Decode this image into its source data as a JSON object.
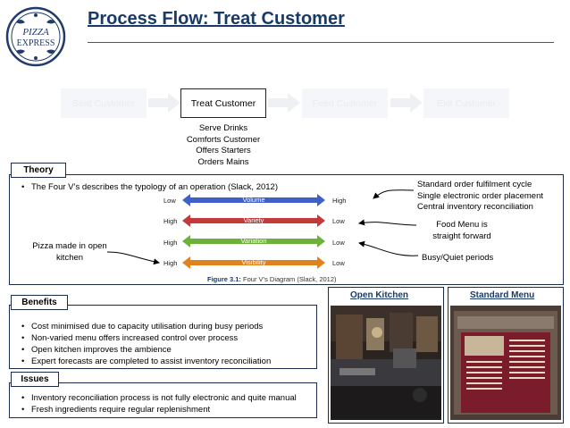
{
  "logo": {
    "line1": "PIZZA",
    "line2": "EXPRESS"
  },
  "title": "Process Flow: Treat Customer",
  "process": {
    "steps": [
      {
        "label": "Seat Customer",
        "state": "faded"
      },
      {
        "label": "Treat Customer",
        "state": "active"
      },
      {
        "label": "Feed Customer",
        "state": "faded"
      },
      {
        "label": "Exit Customer",
        "state": "faded"
      }
    ],
    "sub_steps": [
      "Serve Drinks",
      "Comforts Customer",
      "Offers Starters",
      "Orders Mains"
    ]
  },
  "theory": {
    "tag": "Theory",
    "bullet": "The Four V’s describes the typology of an operation (Slack, 2012)",
    "rows": [
      {
        "left": "Low",
        "label": "Volume",
        "right": "High",
        "color": "#3f60c8"
      },
      {
        "left": "High",
        "label": "Variety",
        "right": "Low",
        "color": "#c23a3a"
      },
      {
        "left": "High",
        "label": "Variation",
        "right": "Low",
        "color": "#6cb23a"
      },
      {
        "left": "High",
        "label": "Visibility",
        "right": "Low",
        "color": "#e0821e"
      }
    ],
    "caption_label": "Figure 3.1:",
    "caption_text": "Four V’s Diagram (Slack, 2012)",
    "note_left": [
      "Pizza made in open",
      "kitchen"
    ],
    "notes_right": [
      [
        "Standard order fulfilment cycle",
        "Single electronic order placement",
        "Central inventory reconciliation"
      ],
      [
        "Food Menu is",
        "straight forward"
      ],
      [
        "Busy/Quiet periods"
      ]
    ]
  },
  "benefits": {
    "tag": "Benefits",
    "items": [
      "Cost minimised due to capacity utilisation during busy periods",
      "Non-varied menu offers increased control over process",
      "Open kitchen improves the ambience",
      "Expert forecasts are completed to assist inventory reconciliation"
    ]
  },
  "issues": {
    "tag": "Issues",
    "items": [
      "Inventory reconciliation process is not fully electronic and quite manual",
      "Fresh ingredients require regular replenishment"
    ]
  },
  "photos": {
    "kitchen_label": "Open Kitchen",
    "menu_label": "Standard Menu"
  },
  "colors": {
    "title": "#1a3a66",
    "border": "#1b2c4a",
    "logo": "#1f3a6b"
  }
}
